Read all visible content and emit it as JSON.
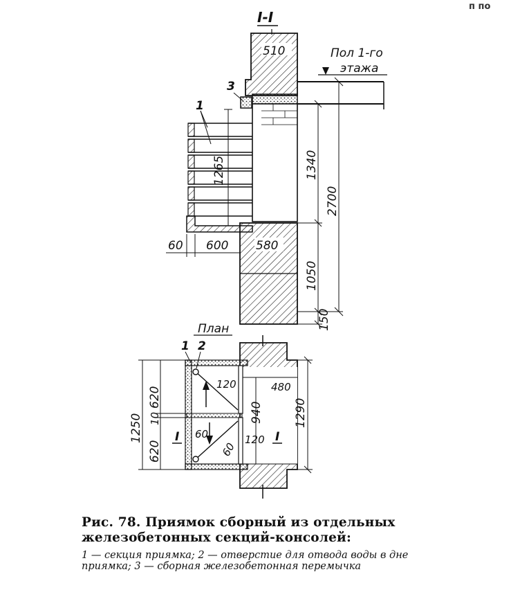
{
  "corner_fragment": "п по",
  "section": {
    "title": "I-I",
    "floor_label_line1": "Пол 1-го",
    "floor_label_line2": "этажа",
    "callout_1": "1",
    "callout_3": "3",
    "dim_wall_top": "510",
    "dim_wall_bottom": "580",
    "dim_1265": "1265",
    "dim_1340": "1340",
    "dim_2700": "2700",
    "dim_1050": "1050",
    "dim_150": "150",
    "dim_60": "60",
    "dim_600": "600"
  },
  "plan": {
    "title": "План",
    "callout_1": "1",
    "callout_2": "2",
    "dim_1250": "1250",
    "dim_620_top": "620",
    "dim_10": "10",
    "dim_620_bottom": "620",
    "dim_120_top": "120",
    "dim_480": "480",
    "dim_940": "940",
    "dim_60_a": "60",
    "dim_120_bottom": "120",
    "dim_60_b": "60",
    "dim_1290": "1290",
    "cut_mark_left": "I",
    "cut_mark_right": "I"
  },
  "caption": {
    "title": "Рис. 78. Приямок сборный из отдельных железобетонных секций-консолей:",
    "description": "1 — секция приямка; 2 — отверстие для отвода воды в дне приямка; 3 — сборная железобетонная перемычка"
  }
}
